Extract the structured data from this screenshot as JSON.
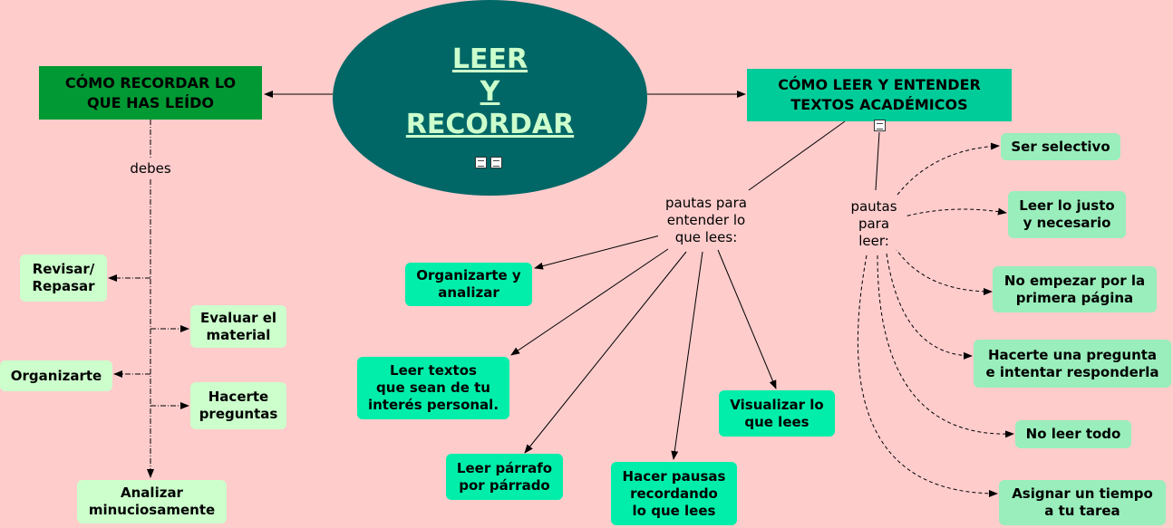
{
  "center": {
    "title": "LEER\nY\nRECORDAR"
  },
  "left_topic": {
    "title": "CÓMO RECORDAR LO\nQUE HAS LEÍDO",
    "link_label": "debes",
    "items": [
      "Revisar/\nRepasar",
      "Evaluar el\nmaterial",
      "Organizarte",
      "Hacerte\npreguntas",
      "Analizar\nminuciosamente"
    ]
  },
  "right_topic": {
    "title": "CÓMO LEER Y ENTENDER\nTEXTOS ACADÉMICOS",
    "branch_understand": {
      "label": "pautas para\nentender lo\nque lees:",
      "items": [
        "Organizarte y\nanalizar",
        "Leer textos\nque sean de tu\ninterés personal.",
        "Leer párrafo\npor párrado",
        "Hacer pausas\nrecordando\nlo que lees",
        "Visualizar lo\nque lees"
      ]
    },
    "branch_read": {
      "label": "pautas\npara\nleer:",
      "items": [
        "Ser selectivo",
        "Leer lo justo\ny necesario",
        "No empezar por la\nprimera página",
        "Hacerte una pregunta\ne intentar responderla",
        "No leer todo",
        "Asignar un tiempo\na tu tarea"
      ]
    }
  },
  "colors": {
    "background": "#ffcccc",
    "center": "#006666",
    "left_header": "#009933",
    "right_header": "#00cc99",
    "light_node": "#ccffcc",
    "teal_node": "#00eeaa",
    "mint_node": "#99eebb"
  }
}
